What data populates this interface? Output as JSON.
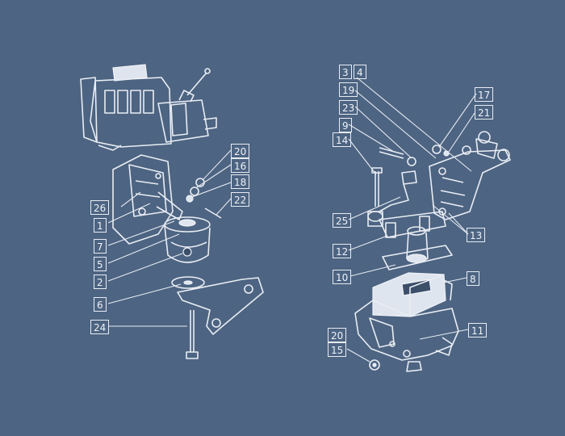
{
  "colors": {
    "background": "#4d6482",
    "ink": "#eef2f7"
  },
  "left_callouts": [
    "20",
    "16",
    "18",
    "22",
    "26",
    "1",
    "7",
    "5",
    "2",
    "6",
    "24"
  ],
  "right_callouts": [
    "3",
    "4",
    "19",
    "23",
    "9",
    "14",
    "17",
    "21",
    "25",
    "12",
    "13",
    "10",
    "8",
    "20",
    "15",
    "11"
  ]
}
